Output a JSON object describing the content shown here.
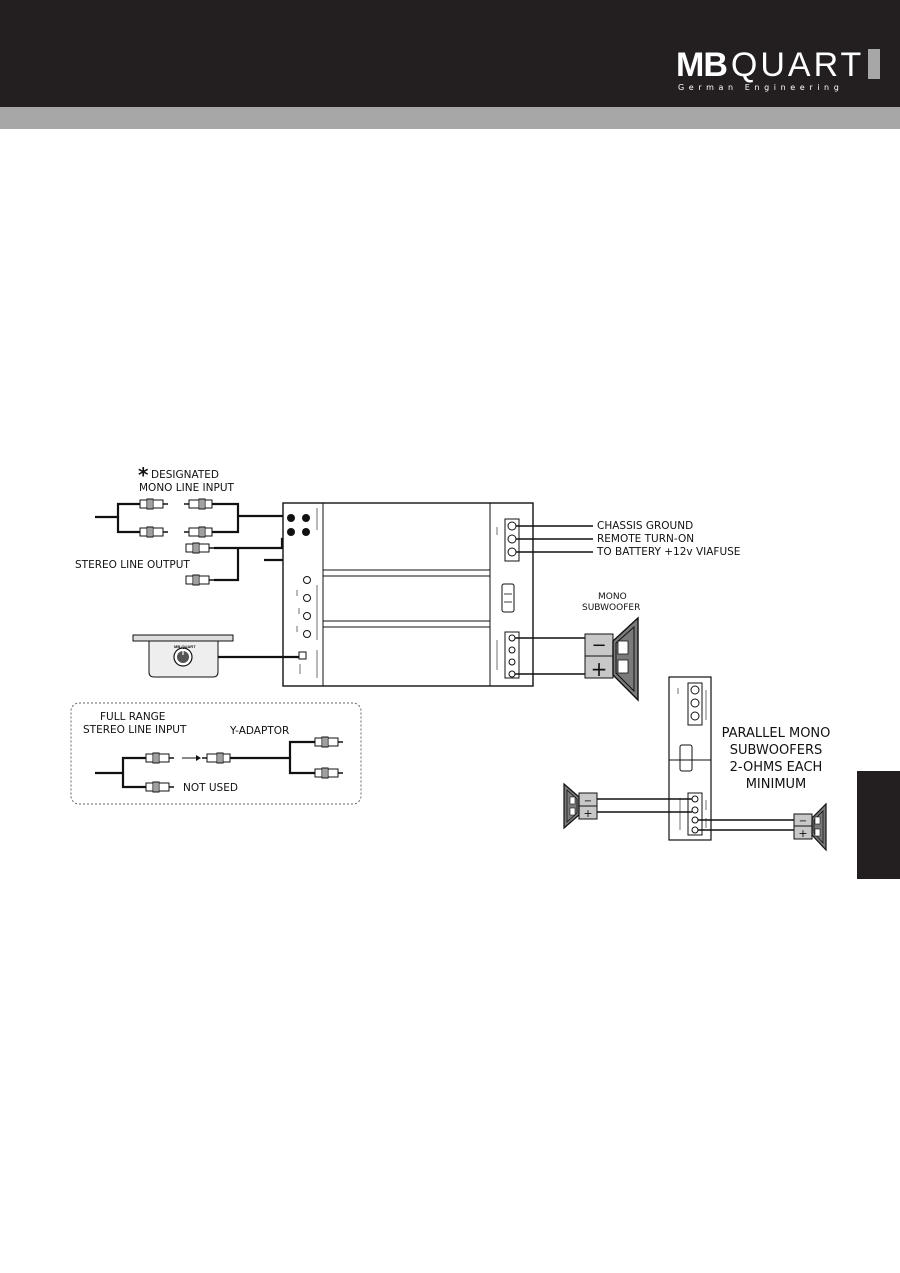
{
  "brand": {
    "logo_bold": "MB",
    "logo_light": "QUART",
    "tagline": "German Engineering"
  },
  "colors": {
    "header_bg": "#231f20",
    "subbar_bg": "#a7a7a7",
    "line": "#111111"
  },
  "labels": {
    "designated_line1": "DESIGNATED",
    "designated_line2": "MONO LINE INPUT",
    "designated_marker": "*",
    "stereo_line_output": "STEREO LINE OUTPUT",
    "chassis_ground": "CHASSIS GROUND",
    "remote_turn_on": "REMOTE TURN-ON",
    "to_battery": "TO BATTERY +12v VIAFUSE",
    "mono_subwoofer_line1": "MONO",
    "mono_subwoofer_line2": "SUBWOOFER",
    "full_range_line1": "FULL RANGE",
    "full_range_line2": "STEREO LINE INPUT",
    "y_adaptor": "Y-ADAPTOR",
    "not_used": "NOT USED",
    "parallel_line1": "PARALLEL MONO",
    "parallel_line2": "SUBWOOFERS",
    "parallel_line3": "2-OHMS EACH",
    "parallel_line4": "MINIMUM",
    "remote_logo": "MB QUART",
    "minus_sign": "−",
    "plus_sign": "+"
  }
}
